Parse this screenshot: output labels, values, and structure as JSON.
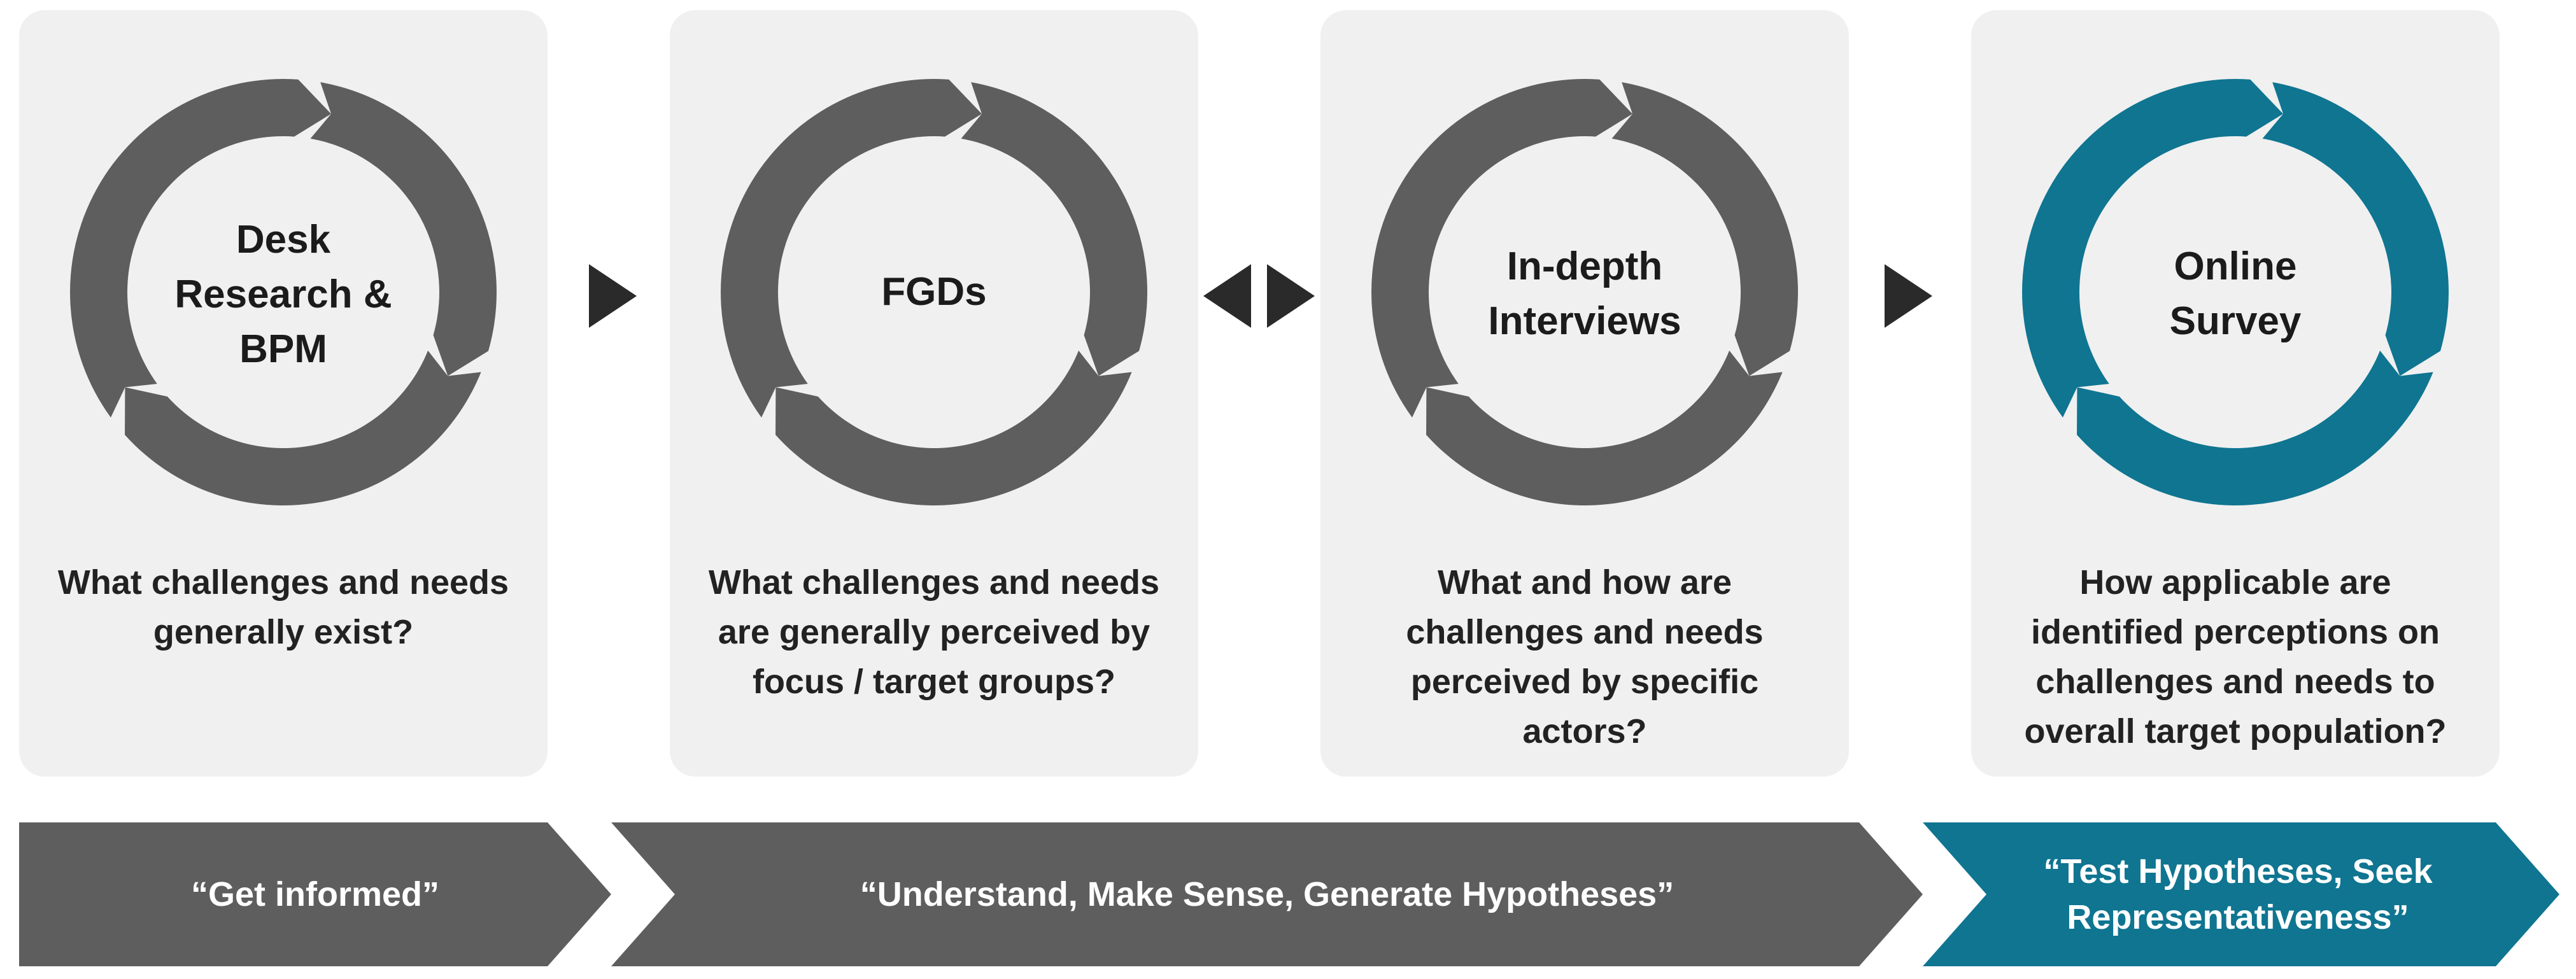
{
  "colors": {
    "card_bg": "#f0f0f0",
    "ring_gray": "#5e5e5e",
    "ring_teal": "#0f7591",
    "arrow_gray": "#5e5e5e",
    "arrow_teal": "#0f7591",
    "connector": "#2a2a2a"
  },
  "steps": [
    {
      "label": "Desk\nResearch &\nBPM",
      "question": "What challenges and needs\ngenerally exist?",
      "ring_color": "gray"
    },
    {
      "label": "FGDs",
      "question": "What challenges and needs\nare generally perceived by\nfocus / target groups?",
      "ring_color": "gray"
    },
    {
      "label": "In-depth\nInterviews",
      "question": "What and how are\nchallenges and needs\nperceived by specific\nactors?",
      "ring_color": "gray"
    },
    {
      "label": "Online\nSurvey",
      "question": "How applicable are\nidentified perceptions on\nchallenges and needs to\noverall target population?",
      "ring_color": "teal"
    }
  ],
  "connectors": [
    "arrow-right",
    "double-arrow",
    "arrow-right"
  ],
  "phases": [
    {
      "label": "“Get informed”",
      "color": "gray"
    },
    {
      "label": "“Understand, Make Sense, Generate Hypotheses”",
      "color": "gray"
    },
    {
      "label": "“Test Hypotheses, Seek\nRepresentativeness”",
      "color": "teal"
    }
  ]
}
